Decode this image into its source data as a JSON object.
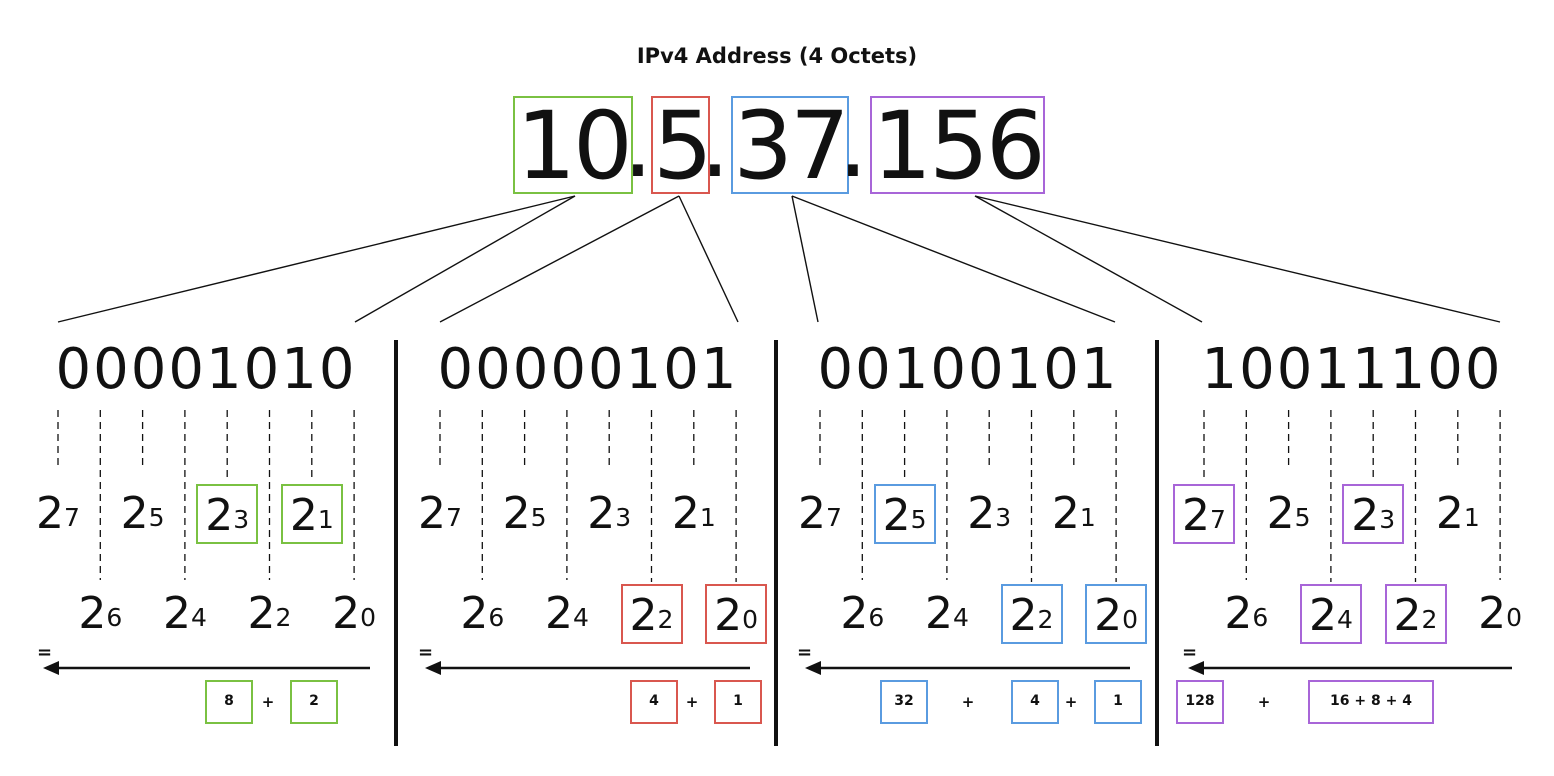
{
  "title": "IPv4 Address (4 Octets)",
  "separator": ".",
  "colors": {
    "green": "#7ac142",
    "red": "#d9574f",
    "blue": "#5a9be0",
    "purple": "#a865d8",
    "ink": "#111111"
  },
  "octets": [
    {
      "decimal": "10",
      "binary": "00001010",
      "color": "green",
      "powers_top": [
        "7",
        "5",
        "3",
        "1"
      ],
      "powers_bottom": [
        "6",
        "4",
        "2",
        "0"
      ],
      "highlighted_exponents": [
        "3",
        "1"
      ],
      "equals": "=",
      "sum_terms": [
        "8",
        "+",
        "2"
      ]
    },
    {
      "decimal": "5",
      "binary": "00000101",
      "color": "red",
      "powers_top": [
        "7",
        "5",
        "3",
        "1"
      ],
      "powers_bottom": [
        "6",
        "4",
        "2",
        "0"
      ],
      "highlighted_exponents": [
        "2",
        "0"
      ],
      "equals": "=",
      "sum_terms": [
        "4",
        "+",
        "1"
      ]
    },
    {
      "decimal": "37",
      "binary": "00100101",
      "color": "blue",
      "powers_top": [
        "7",
        "5",
        "3",
        "1"
      ],
      "powers_bottom": [
        "6",
        "4",
        "2",
        "0"
      ],
      "highlighted_exponents": [
        "5",
        "2",
        "0"
      ],
      "equals": "=",
      "sum_terms": [
        "32",
        "+",
        "4",
        "+",
        "1"
      ]
    },
    {
      "decimal": "156",
      "binary": "10011100",
      "color": "purple",
      "powers_top": [
        "7",
        "5",
        "3",
        "1"
      ],
      "powers_bottom": [
        "6",
        "4",
        "2",
        "0"
      ],
      "highlighted_exponents": [
        "7",
        "4",
        "3",
        "2"
      ],
      "equals": "=",
      "sum_terms": [
        "128",
        "+",
        "16 + 8 + 4"
      ]
    }
  ]
}
